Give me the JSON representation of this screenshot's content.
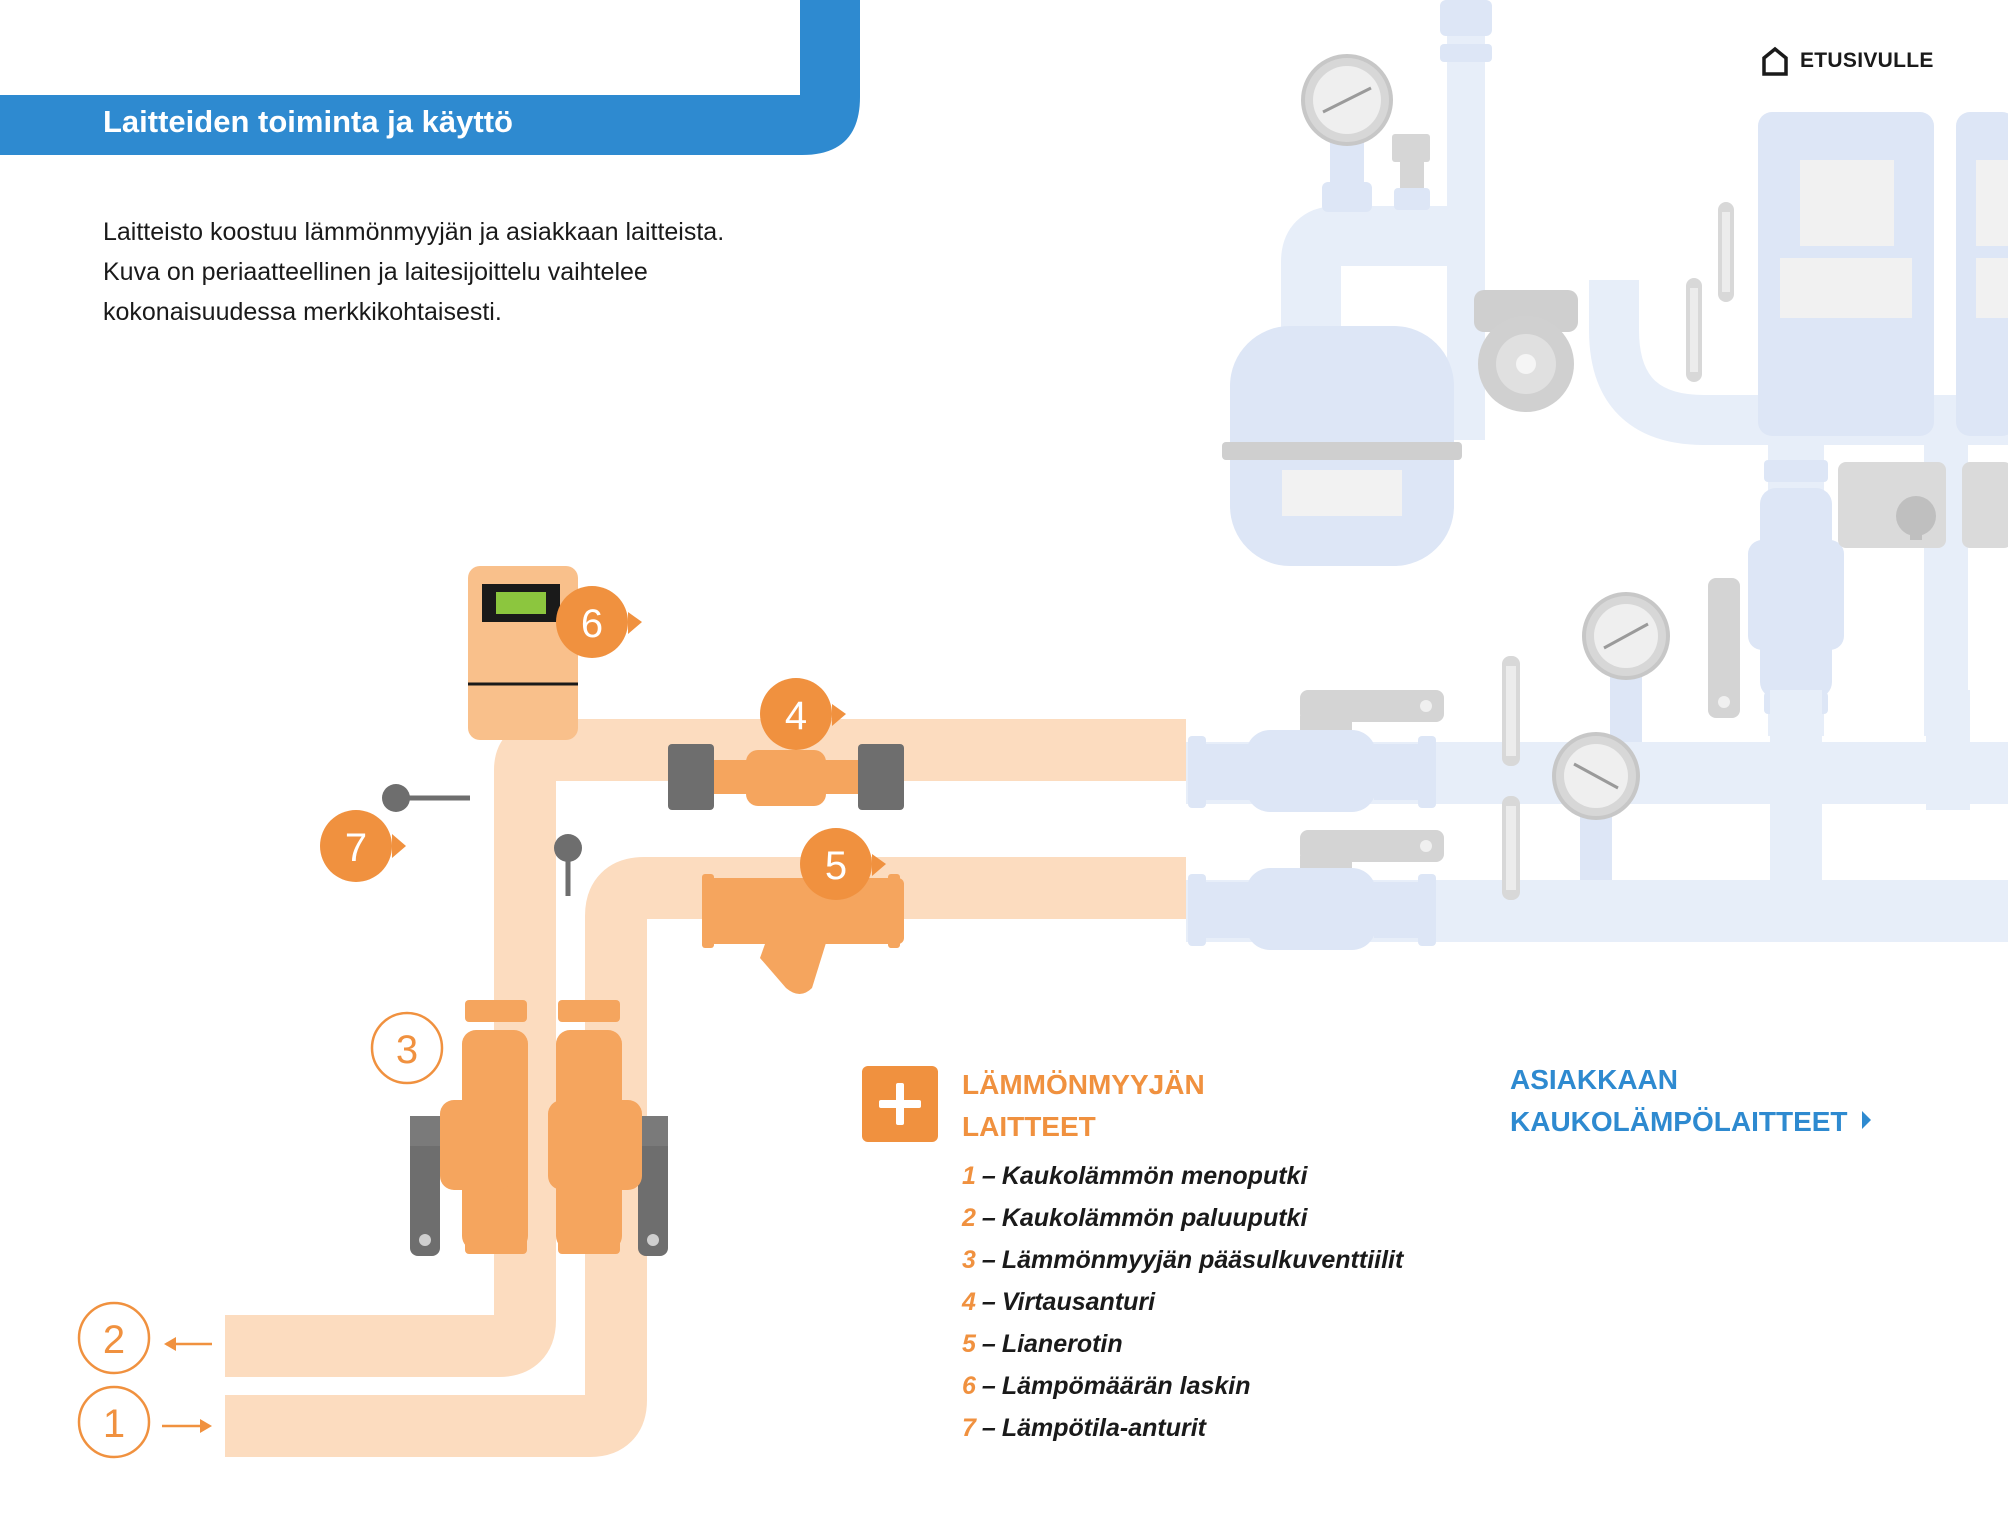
{
  "header": {
    "title": "Laitteiden toiminta ja käyttö",
    "home_label": "ETUSIVULLE",
    "home_icon": "home-icon",
    "accent_color": "#2e8ad0"
  },
  "intro": {
    "lines": [
      "Laitteisto koostuu lämmönmyyjän ja asiakkaan laitteista.",
      "Kuva on periaatteellinen ja laitesijoittelu vaihtelee",
      "kokonaisuudessa merkkikohtaisesti."
    ]
  },
  "diagram": {
    "markers": [
      "1",
      "2",
      "3",
      "4",
      "5",
      "6",
      "7"
    ],
    "colors": {
      "seller_pipe": "#fcdcbf",
      "seller_device": "#f5a55e",
      "marker": "#f0913f",
      "customer_equipment": "#dfe8f7",
      "valve_handle": "#6e6e6e"
    }
  },
  "seller_section": {
    "heading_line1": "LÄMMÖNMYYJÄN",
    "heading_line2": "LAITTEET",
    "expand_icon": "plus-icon"
  },
  "customer_section": {
    "line1": "ASIAKKAAN",
    "line2": "KAUKOLÄMPÖLAITTEET",
    "chevron_icon": "chevron-right-icon"
  },
  "legend": {
    "separator": "–",
    "items": [
      {
        "num": "1",
        "label": "Kaukolämmön menoputki"
      },
      {
        "num": "2",
        "label": "Kaukolämmön paluuputki"
      },
      {
        "num": "3",
        "label": "Lämmönmyyjän pääsulkuventtiilit"
      },
      {
        "num": "4",
        "label": "Virtausanturi"
      },
      {
        "num": "5",
        "label": "Lianerotin"
      },
      {
        "num": "6",
        "label": "Lämpömäärän laskin"
      },
      {
        "num": "7",
        "label": "Lämpötila-anturit"
      }
    ]
  }
}
